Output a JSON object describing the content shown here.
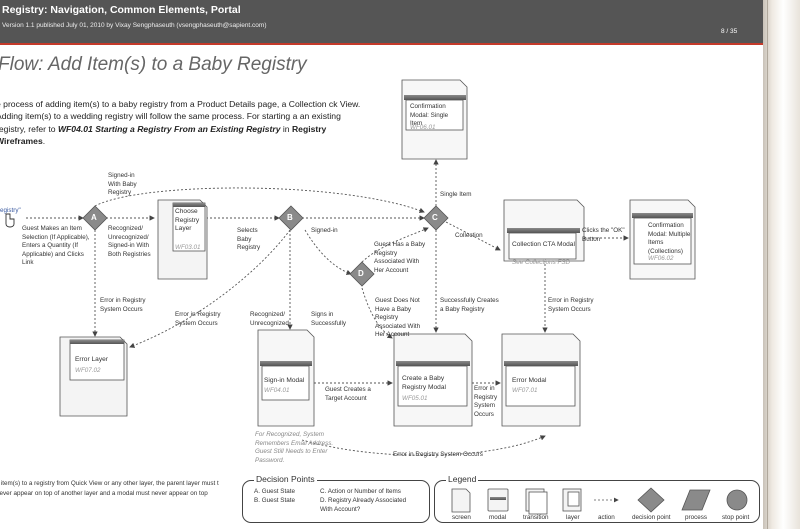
{
  "header": {
    "title": "Registry: Navigation, Common Elements, Portal",
    "version_line": "Version 1.1 published July 01, 2010 by Vixay Sengphaseuth (vsengphaseuth@sapient.com)",
    "page_number": "8 / 35"
  },
  "page_title": "Flow: Add Item(s) to a Baby Registry",
  "intro": {
    "part1": "e process of adding item(s) to a baby registry from a Product Details page, a Collection ck View. Adding item(s) to a wedding registry will follow the same process. For starting a an existing registry, refer to ",
    "link_ref": "WF04.01 Starting a Registry From an Existing Registry",
    "part2": " in ",
    "part3": "Registry Wireframes",
    "part4": "."
  },
  "nodes": {
    "confirm_single": {
      "title": "Confirmation Modal: Single Item",
      "code": "WF06.01"
    },
    "choose_registry": {
      "title": "Choose Registry Layer",
      "code": "WF03.01"
    },
    "collection_cta": {
      "title": "Collection CTA Modal",
      "code": "See Collections FSD"
    },
    "confirm_multiple": {
      "title": "Confirmation Modal: Multiple Items (Collections)",
      "code": "WF06.02"
    },
    "error_layer": {
      "title": "Error Layer",
      "code": "WF07.02"
    },
    "signin_modal": {
      "title": "Sign-in Modal",
      "code": "WF04.01"
    },
    "create_registry": {
      "title": "Create a Baby Registry Modal",
      "code": "WF05.01"
    },
    "error_modal": {
      "title": "Error Modal",
      "code": "WF07.01"
    }
  },
  "decisions": {
    "a": "A",
    "b": "B",
    "c": "C",
    "d": "D"
  },
  "labels": {
    "entry": "egistry\"",
    "guest_makes": "Guest Makes an Item Selection (If Applicable), Enters a Quantity (If Applicable) and Clicks Link",
    "signed_in_with_baby": "Signed-in With Baby Registry",
    "recognized_both": "Recognized/ Unrecognized/ Signed-in With Both Registries",
    "selects_baby": "Selects Baby Registry",
    "signed_in": "Signed-in",
    "single_item": "Single Item",
    "collection": "Collection",
    "clicks_ok": "Clicks the \"OK\" Button",
    "guest_has": "Guest Has a Baby Registry Associated With Her Account",
    "guest_does_not": "Guest Does Not Have a Baby Registry Associated With Her Account",
    "success_creates": "Successfully Creates a Baby Registry",
    "error_registry_1": "Error in Registry System Occurs",
    "error_registry_2": "Error in Registry System Occurs",
    "error_registry_3": "Error in Registry System Occurs",
    "error_registry_4": "Error in Registry System Occurs",
    "error_registry_vertical": "Error in Registry System Occurs",
    "recognized_unrecognized": "Recognized/ Unrecognized",
    "signs_in": "Signs in Successfully",
    "guest_creates_target": "Guest Creates a Target Account",
    "for_recognized": "For Recognized, System Remembers Email Address. Guest Still Needs to Enter Password."
  },
  "footnote": "s item(s) to a registry from Quick View or any other layer, the parent layer must t never appear on top of another layer and a modal must never appear on top",
  "decision_points": {
    "title": "Decision Points",
    "a": "A. Guest State",
    "b": "B. Guest State",
    "c": "C. Action or Number of Items",
    "d": "D. Registry Already Associated With Account?"
  },
  "legend": {
    "title": "Legend",
    "screen": "screen",
    "modal": "modal",
    "transition": "transition",
    "layer": "layer",
    "action": "action",
    "decision_point": "decision point",
    "process": "process",
    "stop_point": "stop point"
  }
}
